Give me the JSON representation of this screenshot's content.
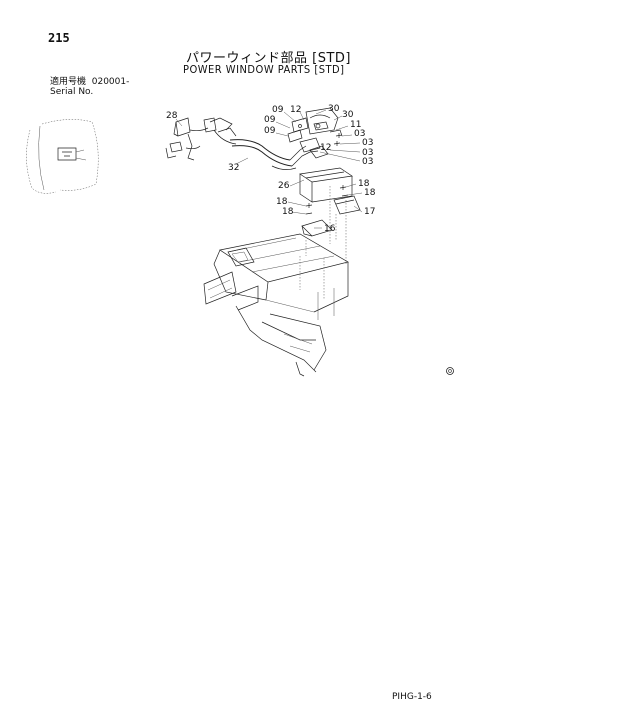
{
  "page_number": "215",
  "title_jp": "パワーウィンド部品 [STD]",
  "title_en": "POWER WINDOW PARTS [STD]",
  "serial": {
    "label_jp": "適用号機",
    "value": "020001-",
    "label_en": "Serial No."
  },
  "callouts": [
    "28",
    "09",
    "12",
    "30",
    "30",
    "09",
    "11",
    "09",
    "03",
    "12",
    "03",
    "03",
    "32",
    "26",
    "18",
    "18",
    "18",
    "18",
    "17",
    "16"
  ],
  "footer_code": "PIHG-1-6"
}
